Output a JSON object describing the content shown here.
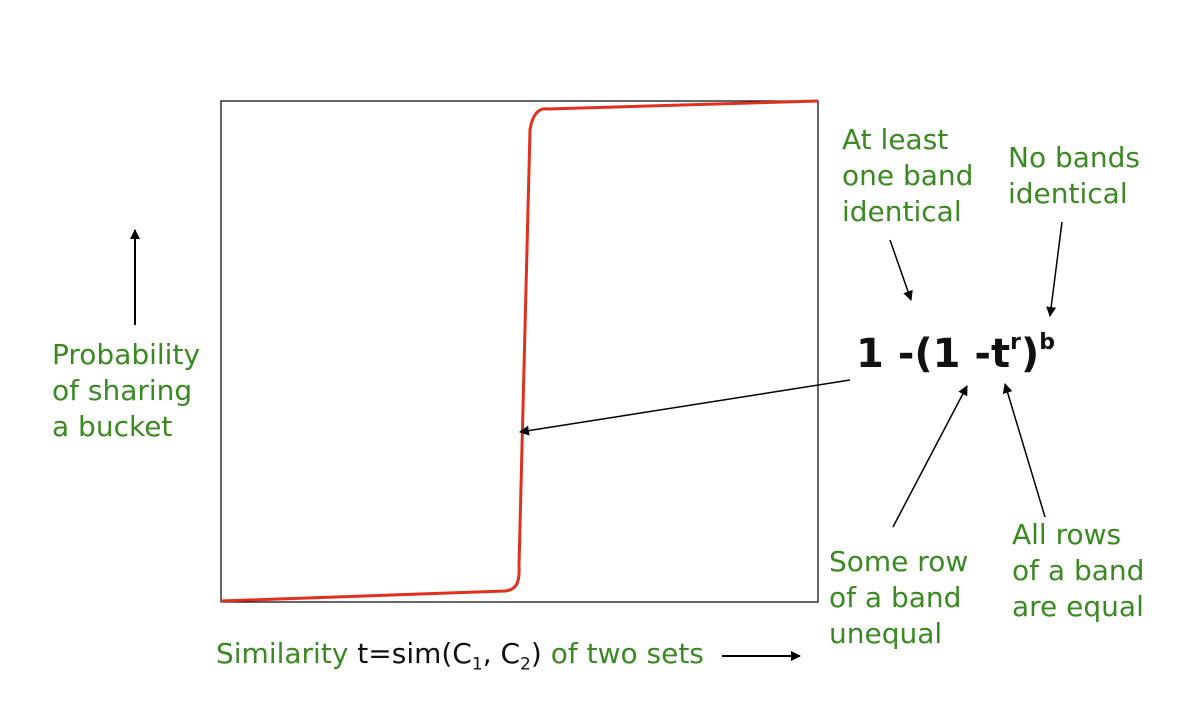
{
  "colors": {
    "label": "#3a8a22",
    "curve": "#e0301e",
    "axis": "#000000"
  },
  "y_label": [
    "Probability",
    "of  sharing",
    "a bucket"
  ],
  "x_label": {
    "prefix": "Similarity",
    "t_part": "t=sim(C",
    "sub1": "1",
    "sep": ", C",
    "sub2": "2",
    "close": ")",
    "suffix": "of two sets"
  },
  "formula": {
    "main": "1 -(1 -t",
    "r": "r",
    "close": ")",
    "b": "b"
  },
  "annotations": {
    "at_least_one": [
      "At least",
      "one band",
      "identical"
    ],
    "no_bands": [
      "No bands",
      "identical"
    ],
    "some_row": [
      "Some  row",
      "of  a  band",
      "unequal"
    ],
    "all_rows": [
      "All rows",
      "of a band",
      "are equal"
    ]
  }
}
